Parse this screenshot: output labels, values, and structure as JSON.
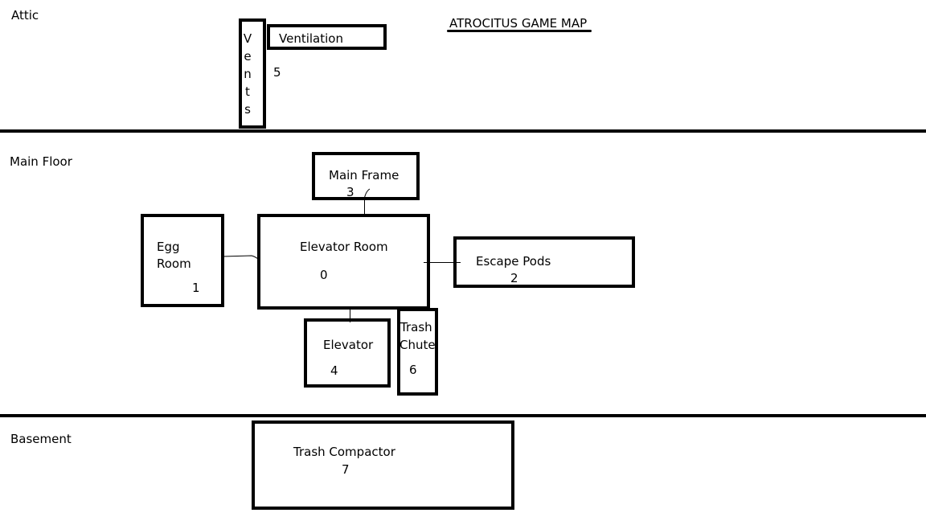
{
  "title": "ATROCITUS GAME MAP",
  "floors": {
    "attic": "Attic",
    "main": "Main Floor",
    "basement": "Basement"
  },
  "rooms": {
    "vents": {
      "letters": [
        "V",
        "e",
        "n",
        "t",
        "s"
      ],
      "number": "5"
    },
    "ventilation": {
      "label": "Ventilation"
    },
    "main_frame": {
      "label": "Main Frame",
      "number": "3"
    },
    "egg_room": {
      "line1": "Egg",
      "line2": "Room",
      "number": "1"
    },
    "elevator_room": {
      "label": "Elevator Room",
      "number": "0"
    },
    "escape_pods": {
      "label": "Escape Pods",
      "number": "2"
    },
    "elevator": {
      "label": "Elevator",
      "number": "4"
    },
    "trash_chute": {
      "line1": "Trash",
      "line2": "Chute",
      "number": "6"
    },
    "trash_compactor": {
      "label": "Trash Compactor",
      "number": "7"
    }
  }
}
